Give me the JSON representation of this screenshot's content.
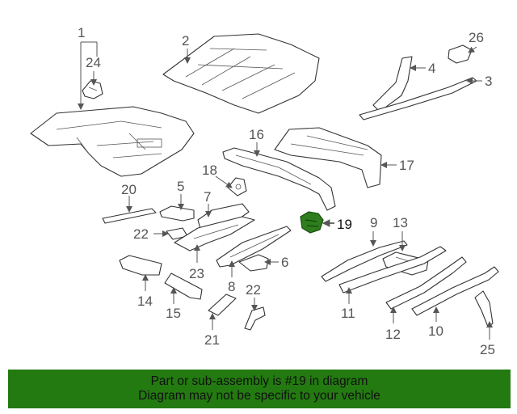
{
  "diagram": {
    "labels": {
      "p1": "1",
      "p2": "2",
      "p3": "3",
      "p4": "4",
      "p5": "5",
      "p6": "6",
      "p7": "7",
      "p8": "8",
      "p9": "9",
      "p10": "10",
      "p11": "11",
      "p12": "12",
      "p13": "13",
      "p14": "14",
      "p15": "15",
      "p16": "16",
      "p17": "17",
      "p18": "18",
      "p19": "19",
      "p20": "20",
      "p21": "21",
      "p22a": "22",
      "p22b": "22",
      "p23": "23",
      "p24": "24",
      "p25": "25",
      "p26": "26"
    },
    "highlight_part": "19",
    "highlight_color": "#2e7d1e"
  },
  "banner": {
    "line1": "Part or sub-assembly is #19 in diagram",
    "line2": "Diagram may not be specific to your vehicle",
    "background": "#237a10"
  }
}
